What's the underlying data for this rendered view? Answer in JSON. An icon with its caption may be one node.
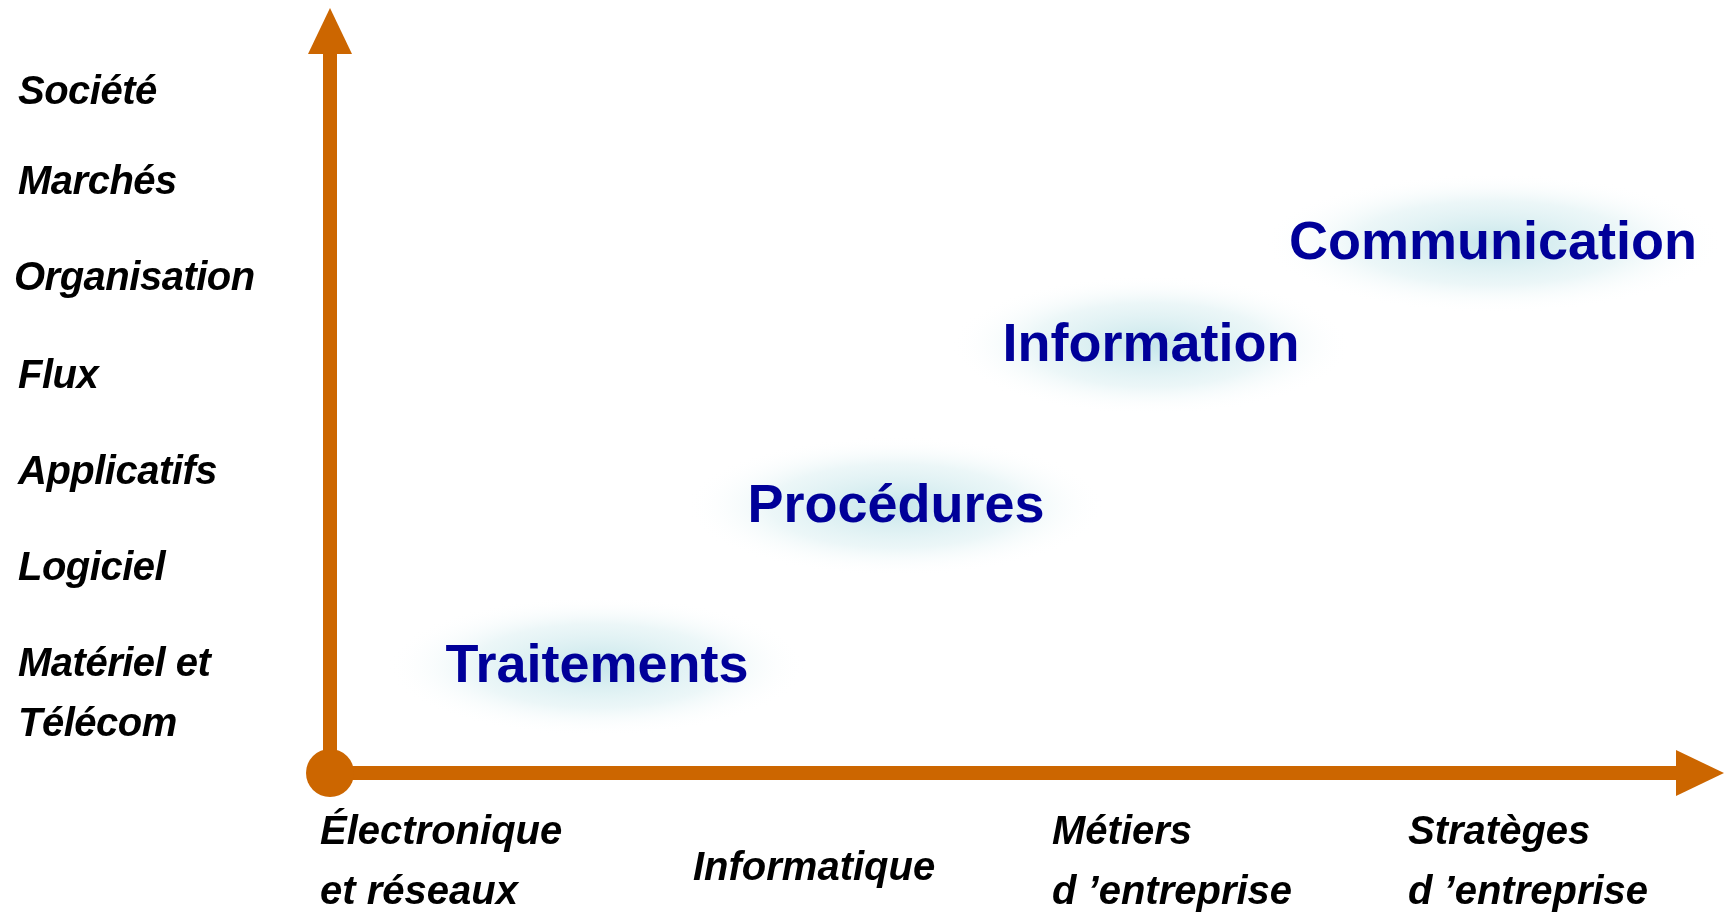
{
  "diagram": {
    "labels": [
      "Société",
      "Marchés",
      "Organisation",
      "Flux",
      "Applicatifs",
      "Logiciel",
      "Matériel et Télécom",
      "Communication",
      "Information",
      "Procédures",
      "Traitements",
      "Électronique et réseaux",
      "Informatique",
      "Métiers d ’entreprise",
      "Stratèges d ’entreprise"
    ]
  }
}
